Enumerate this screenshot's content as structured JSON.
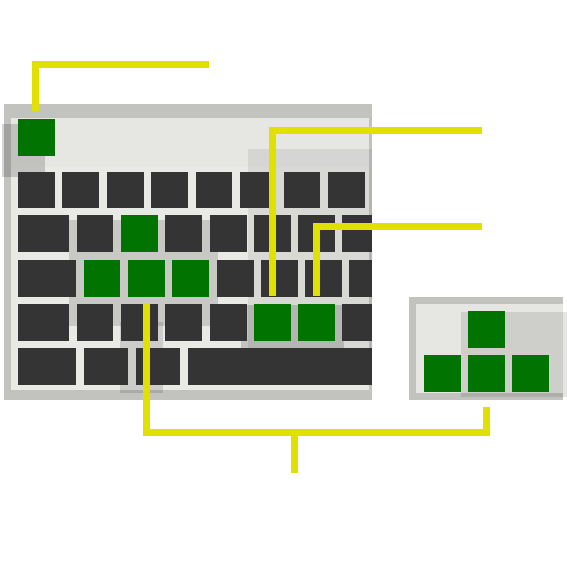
{
  "colors": {
    "background": "#ffffff",
    "board_outer": "#c2c2bf",
    "board_inner": "#e6e6e3",
    "key_dark": "#343434",
    "key_highlight": "#007300",
    "callout_line": "#e2e000",
    "key_shadow": "#000000"
  },
  "keyboard": {
    "main_rows": [
      {
        "row": 1,
        "highlighted_keys": []
      },
      {
        "row": 2,
        "highlighted_keys": []
      },
      {
        "row": 3,
        "highlighted_keys": []
      },
      {
        "row": 4,
        "highlighted_keys": []
      },
      {
        "row": 5,
        "highlighted_keys": []
      },
      {
        "row": 6,
        "highlighted_keys": []
      }
    ],
    "highlighted_groups": [
      {
        "id": "escape-key",
        "key_count": 1
      },
      {
        "id": "wasd-cluster",
        "key_count": 4
      },
      {
        "id": "bracket-keys",
        "key_count": 2
      },
      {
        "id": "arrow-keys",
        "key_count": 4
      }
    ]
  }
}
